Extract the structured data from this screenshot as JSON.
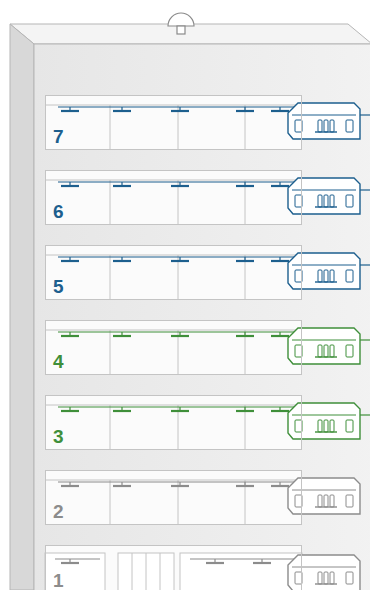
{
  "diagram": {
    "nodes": [
      {
        "text": [
          "7"
        ]
      },
      {
        "text": [
          "6"
        ]
      },
      {
        "text": [
          "5"
        ]
      },
      {
        "text": [
          "4"
        ]
      },
      {
        "text": [
          "3"
        ]
      },
      {
        "text": [
          "2"
        ]
      },
      {
        "text": [
          "1"
        ]
      }
    ]
  }
}
